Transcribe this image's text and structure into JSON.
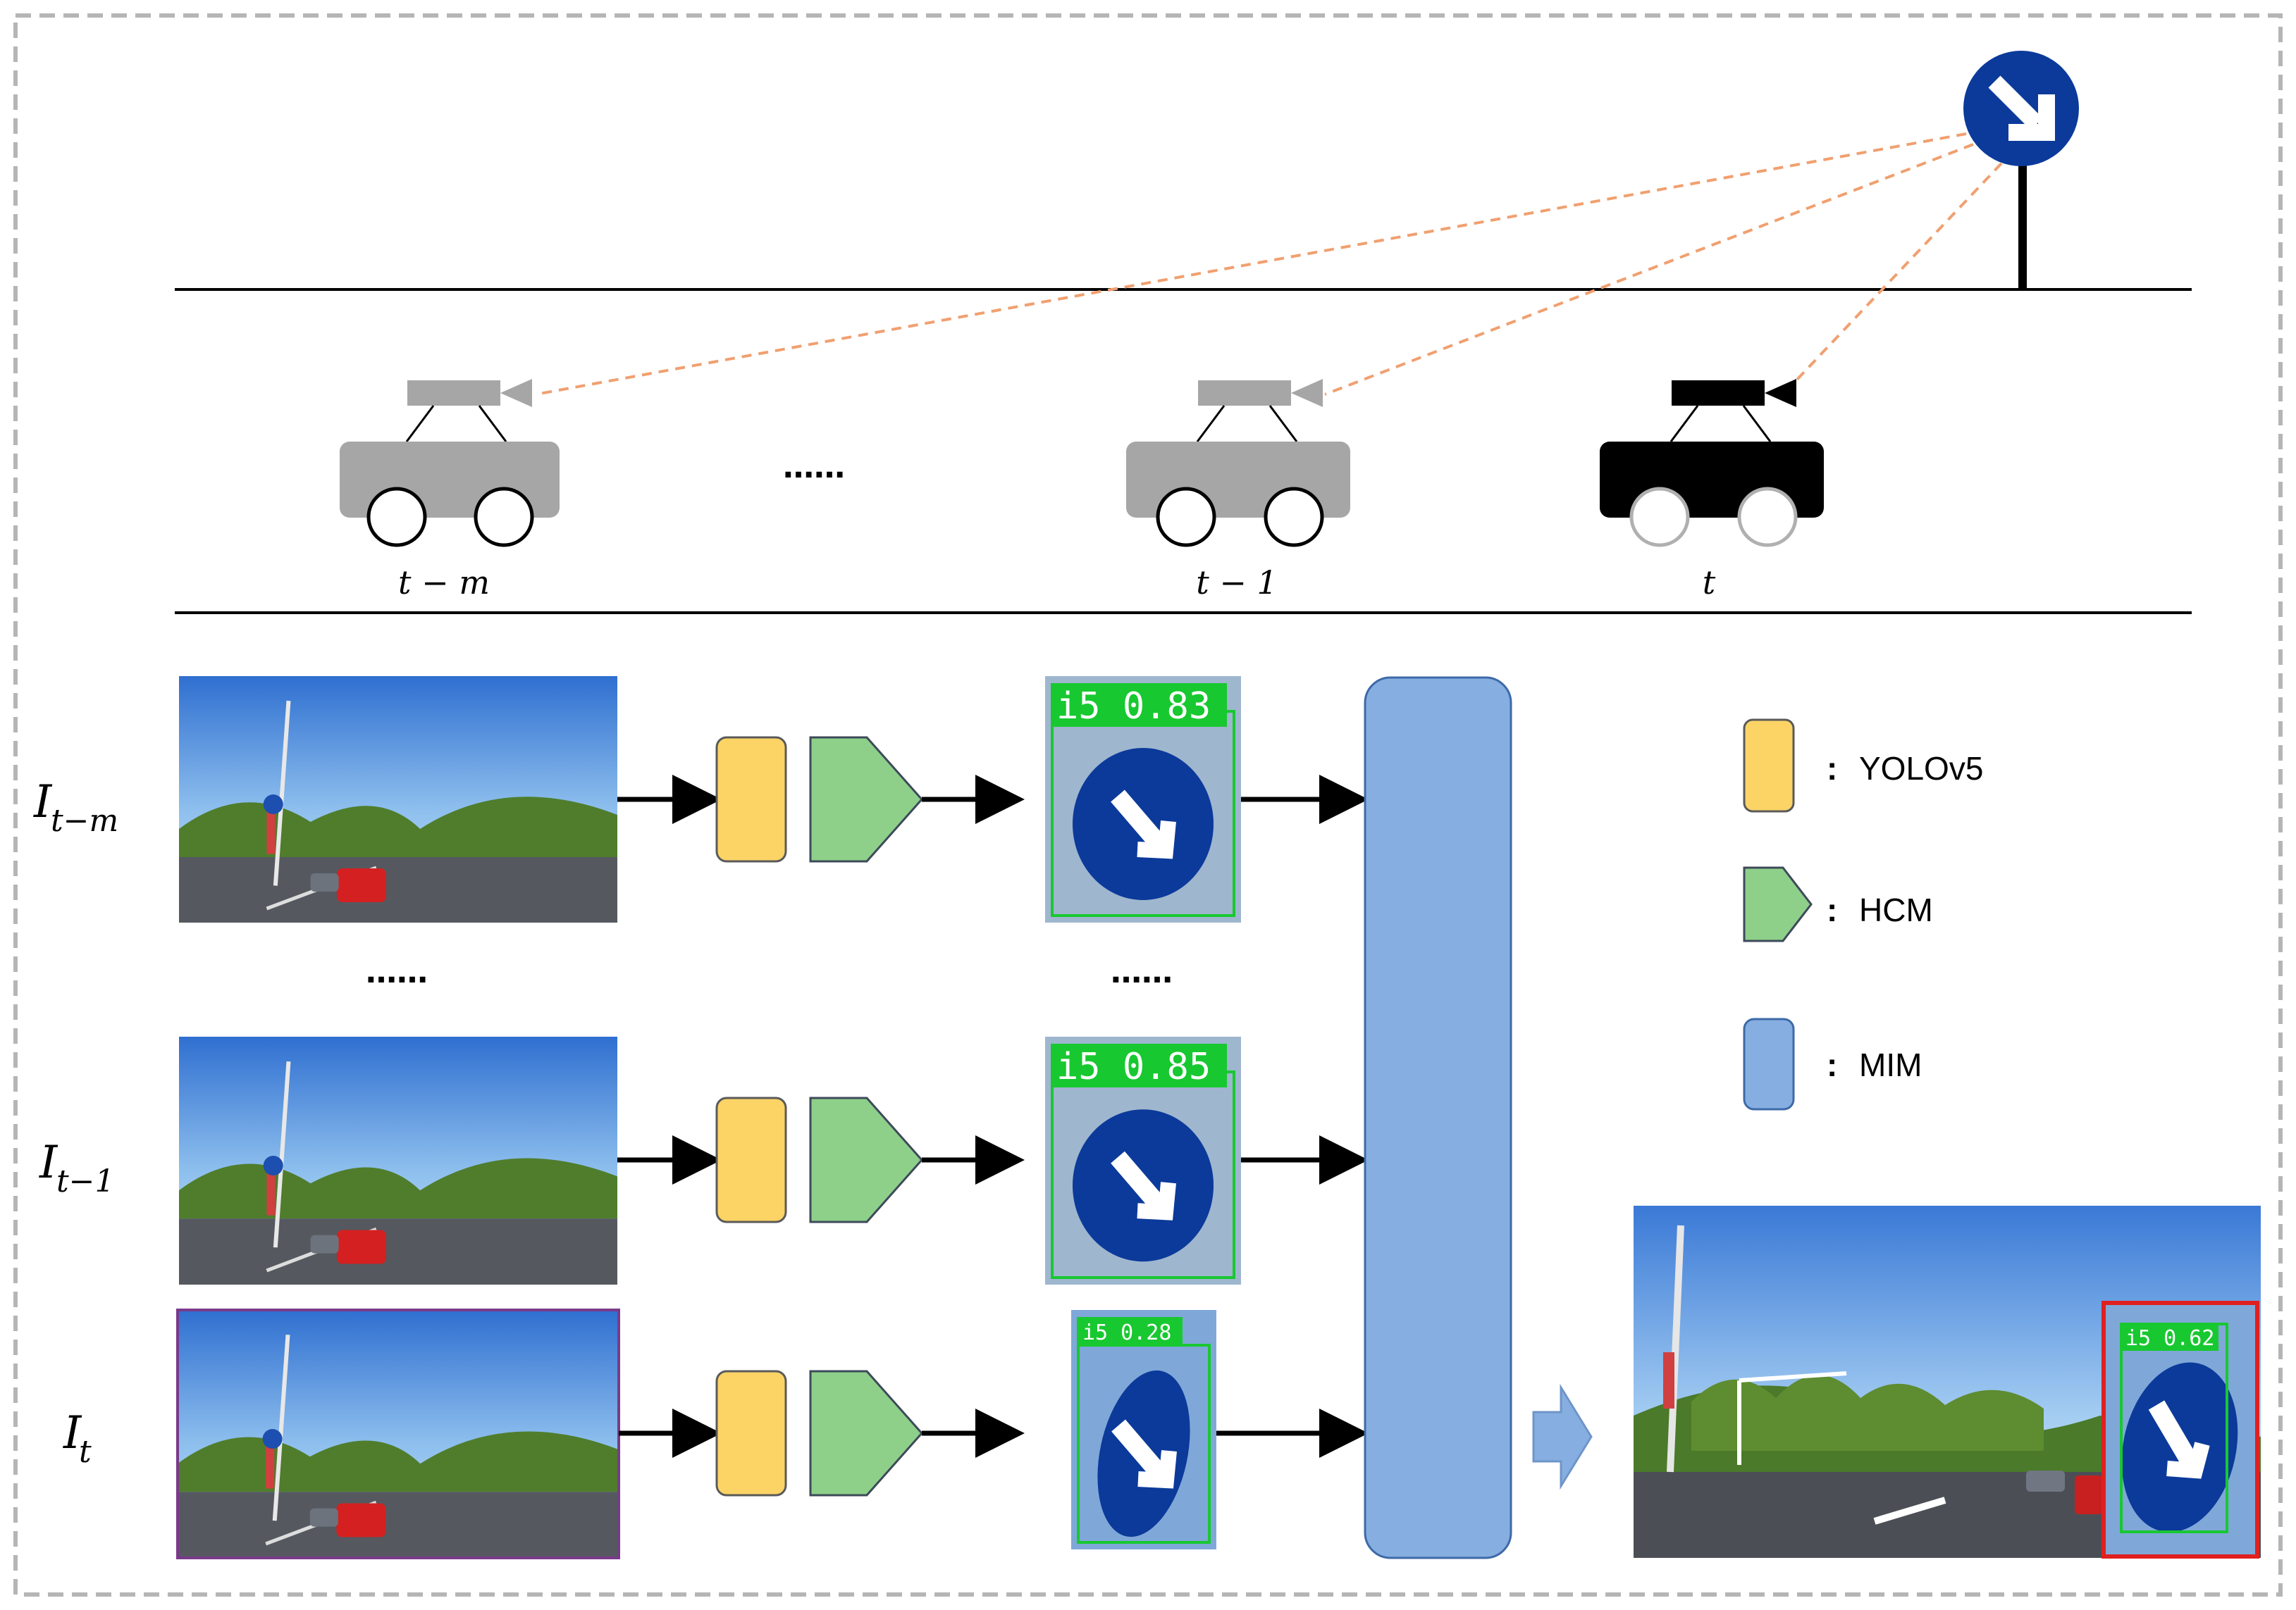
{
  "timeline": {
    "labels": [
      "t − m",
      "t − 1",
      "t"
    ],
    "ellipsis": "……"
  },
  "rows": [
    {
      "frame_label_main": "I",
      "frame_label_sub": "t−m",
      "detection_text": "i5 0.83"
    },
    {
      "frame_label_main": "I",
      "frame_label_sub": "t−1",
      "detection_text": "i5 0.85"
    },
    {
      "frame_label_main": "I",
      "frame_label_sub": "t",
      "detection_text": "i5 0.28"
    }
  ],
  "middle_ellipsis_left": "……",
  "middle_ellipsis_right": "……",
  "result": {
    "detection_text": "i5 0.62"
  },
  "legend": {
    "separator": ":",
    "items": [
      {
        "label": "YOLOv5",
        "color": "#fcd466"
      },
      {
        "label": "HCM",
        "color": "#8ed08a"
      },
      {
        "label": "MIM",
        "color": "#86aee0"
      }
    ]
  },
  "colors": {
    "yolo_fill": "#fcd466",
    "hcm_fill": "#8ed08a",
    "mim_fill": "#86aee0",
    "sign_blue": "#0b3a9a",
    "gray_car": "#a6a6a6",
    "dashed_ray": "#f0a070",
    "border_gray": "#b5b5b5",
    "detect_green": "#18c830",
    "result_red": "#e02020"
  }
}
